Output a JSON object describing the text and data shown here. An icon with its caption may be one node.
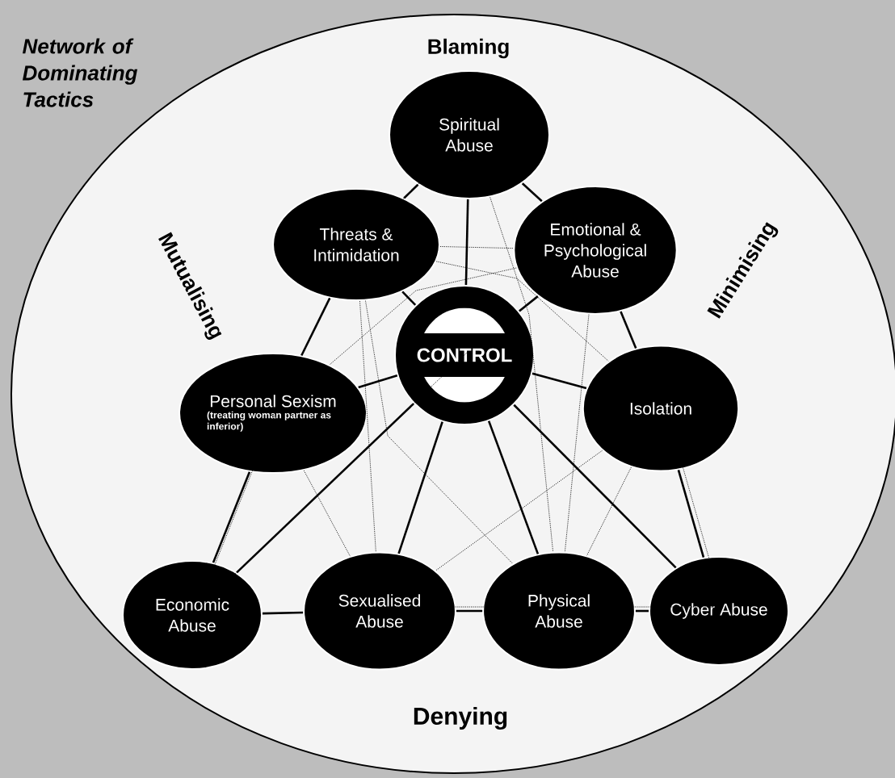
{
  "diagram": {
    "title": "Network of Dominating Tactics",
    "nodes": [
      {
        "text": [
          "Spiritual Abuse"
        ]
      },
      {
        "text": [
          "Threats & Intimidation"
        ]
      },
      {
        "text": [
          "Emotional & Psychological Abuse"
        ]
      },
      {
        "text": [
          "CONTROL"
        ]
      },
      {
        "text": [
          "Personal Sexism",
          "(treating woman partner as inferior)"
        ]
      },
      {
        "text": [
          "Isolation"
        ]
      },
      {
        "text": [
          "Economic Abuse"
        ]
      },
      {
        "text": [
          "Sexualised Abuse"
        ]
      },
      {
        "text": [
          "Physical Abuse"
        ]
      },
      {
        "text": [
          "Cyber Abuse"
        ]
      }
    ],
    "edges": [
      {
        "from": 3,
        "to": 0,
        "arrow": "none"
      },
      {
        "from": 3,
        "to": 1,
        "arrow": "none"
      },
      {
        "from": 3,
        "to": 2,
        "arrow": "none"
      },
      {
        "from": 3,
        "to": 4,
        "arrow": "none"
      },
      {
        "from": 3,
        "to": 5,
        "arrow": "none"
      },
      {
        "from": 3,
        "to": 6,
        "arrow": "none"
      },
      {
        "from": 3,
        "to": 7,
        "arrow": "none"
      },
      {
        "from": 3,
        "to": 8,
        "arrow": "none"
      },
      {
        "from": 3,
        "to": 9,
        "arrow": "none"
      },
      {
        "from": 0,
        "to": 1,
        "arrow": "none"
      },
      {
        "from": 0,
        "to": 2,
        "arrow": "none"
      },
      {
        "from": 1,
        "to": 4,
        "arrow": "none"
      },
      {
        "from": 2,
        "to": 5,
        "arrow": "none"
      },
      {
        "from": 4,
        "to": 6,
        "arrow": "none"
      },
      {
        "from": 5,
        "to": 9,
        "arrow": "none"
      },
      {
        "from": 6,
        "to": 7,
        "arrow": "none"
      },
      {
        "from": 7,
        "to": 8,
        "arrow": "none"
      },
      {
        "from": 8,
        "to": 9,
        "arrow": "none"
      },
      {
        "from": 1,
        "to": 2,
        "arrow": "none",
        "style": "dashed"
      },
      {
        "from": 0,
        "to": 1,
        "arrow": "none",
        "style": "dashed"
      },
      {
        "from": 0,
        "to": 8,
        "arrow": "none",
        "style": "dashed"
      },
      {
        "from": 1,
        "to": 5,
        "arrow": "none",
        "style": "dashed"
      },
      {
        "from": 2,
        "to": 4,
        "arrow": "none",
        "style": "dashed"
      },
      {
        "from": 1,
        "to": 7,
        "arrow": "none",
        "style": "dashed"
      },
      {
        "from": 4,
        "to": 6,
        "arrow": "none",
        "style": "dashed"
      },
      {
        "from": 4,
        "to": 7,
        "arrow": "none",
        "style": "dashed"
      },
      {
        "from": 5,
        "to": 7,
        "arrow": "none",
        "style": "dashed"
      },
      {
        "from": 5,
        "to": 8,
        "arrow": "none",
        "style": "dashed"
      },
      {
        "from": 5,
        "to": 9,
        "arrow": "none",
        "style": "dashed"
      },
      {
        "from": 3,
        "to": 6,
        "arrow": "none",
        "style": "dashed"
      },
      {
        "from": 7,
        "to": 8,
        "arrow": "none",
        "style": "dashed"
      },
      {
        "from": 8,
        "to": 9,
        "arrow": "none",
        "style": "dashed"
      },
      {
        "from": 2,
        "to": 8,
        "arrow": "none",
        "style": "dashed"
      },
      {
        "from": 1,
        "to": 8,
        "arrow": "none",
        "style": "dashed"
      }
    ],
    "labels": [
      "Blaming",
      "Mutualising",
      "Minimising",
      "Denying"
    ]
  }
}
